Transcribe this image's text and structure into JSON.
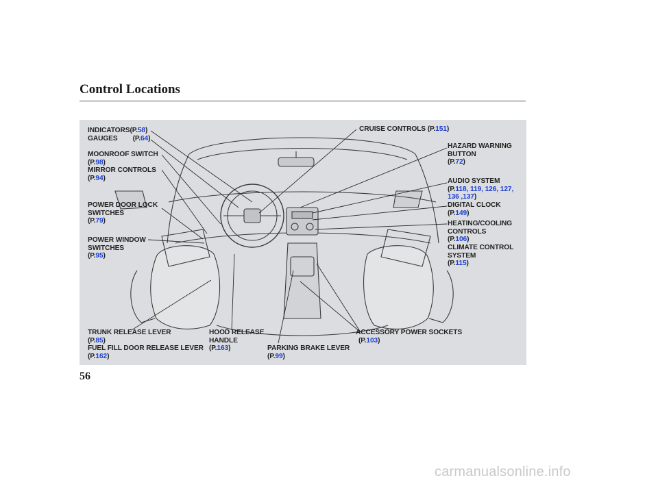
{
  "header": {
    "title": "Control Locations"
  },
  "footer": {
    "page_number": "56",
    "watermark": "carmanualsonline.info"
  },
  "labels": {
    "indicators": {
      "text": "INDICATORS",
      "open": "(P.",
      "page": "58",
      "close": ")"
    },
    "gauges": {
      "text": "GAUGES",
      "open": "(P.",
      "page": "64",
      "close": ")"
    },
    "moonroof": {
      "text": "MOONROOF SWITCH",
      "open": "(P.",
      "page": "98",
      "close": ")"
    },
    "mirror": {
      "text": "MIRROR CONTROLS",
      "open": "(P.",
      "page": "94",
      "close": ")"
    },
    "door_lock": {
      "line1": "POWER DOOR LOCK",
      "line2": "SWITCHES",
      "open": "(P.",
      "page": "79",
      "close": ")"
    },
    "window": {
      "line1": "POWER WINDOW",
      "line2": "SWITCHES",
      "open": "(P.",
      "page": "95",
      "close": ")"
    },
    "trunk": {
      "text": "TRUNK RELEASE LEVER",
      "open": "(P.",
      "page": "85",
      "close": ")"
    },
    "fuel": {
      "text": "FUEL FILL DOOR RELEASE LEVER",
      "open": "(P.",
      "page": "162",
      "close": ")"
    },
    "hood": {
      "line1": "HOOD RELEASE",
      "line2": "HANDLE",
      "open": "(P.",
      "page": "163",
      "close": ")"
    },
    "parking": {
      "text": "PARKING BRAKE LEVER",
      "open": "(P.",
      "page": "99",
      "close": ")"
    },
    "accessory": {
      "text": "ACCESSORY POWER SOCKETS",
      "open": "(P.",
      "page": "103",
      "close": ")"
    },
    "cruise": {
      "text": "CRUISE CONTROLS",
      "open": "(P.",
      "page": "151",
      "close": ")"
    },
    "hazard": {
      "line1": "HAZARD WARNING",
      "line2": "BUTTON",
      "open": "(P.",
      "page": "72",
      "close": ")"
    },
    "audio": {
      "text": "AUDIO SYSTEM",
      "open": "(P.",
      "pages1": "118, 119, 126, 127,",
      "pages2": "136 ,137",
      "close": ")"
    },
    "clock": {
      "text": "DIGITAL CLOCK",
      "open": "(P.",
      "page": "149",
      "close": ")"
    },
    "heating": {
      "line1": "HEATING/COOLING",
      "line2": "CONTROLS",
      "open": "(P.",
      "page": "106",
      "close": ")"
    },
    "climate": {
      "line1": "CLIMATE CONTROL",
      "line2": "SYSTEM",
      "open": "(P.",
      "page": "115",
      "close": ")"
    }
  },
  "colors": {
    "page_link": "#1c3fd0",
    "panel_bg": "#dcdde0",
    "text": "#222222"
  }
}
